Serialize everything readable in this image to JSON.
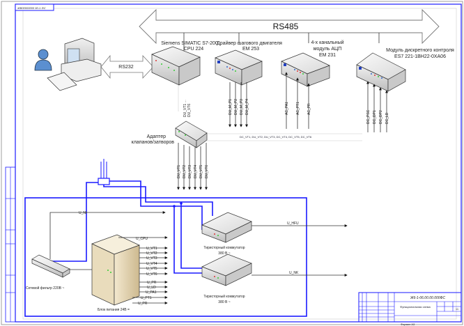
{
  "stamp_top": "ЖВ00000000 90-1-ФС",
  "bus": {
    "label": "RS485"
  },
  "link_pc": {
    "label": "RS232"
  },
  "devices": {
    "plc": {
      "line1": "Siemens SIMATIC S7-200",
      "line2": "CPU 224"
    },
    "stepper": {
      "line1": "Драйвер шагового двигателя",
      "line2": "EM 253"
    },
    "adc": {
      "line1": "4-х канальный",
      "line2": "модуль АЦП",
      "line3": "EM 231"
    },
    "discrete": {
      "line1": "Модуль дискретного контроля",
      "line2": "ES7 221-1BH22-0XA06"
    },
    "adapter": {
      "line1": "Адаптер",
      "line2": "клапанов/затворов"
    },
    "filter": {
      "label": "Сетевой фильтр 220В ~"
    },
    "psu": {
      "label": "Блок питания 24В ="
    },
    "thyristor1": {
      "line1": "Тиристорный коммутатор",
      "line2": "380 В ~"
    },
    "thyristor2": {
      "line1": "Тиристорный коммутатор",
      "line2": "380 В ~"
    }
  },
  "signals": {
    "plc_out": [
      "DU_VT1 ...",
      "DU_VT6"
    ],
    "stepper_out": [
      "DU_M_P1",
      "DU_M_P2",
      "DU_M_P3",
      "DU_M_P4"
    ],
    "adc_in": [
      "AC_PA1",
      "AC_PT1",
      "AC_PR"
    ],
    "discrete_in": [
      "DC_PSC",
      "DC_DP1",
      "DC_DP2",
      "DC_LD"
    ],
    "dc_bus": "DC_VT1, DU_VT2, DU_VT3, DC_VT4, DC_VT5, DC_VT6",
    "adapter_out": [
      "DU_VT1",
      "DU_VT2",
      "DU_VT3",
      "DU_VT4",
      "DU_VT5",
      "DU_VT6"
    ],
    "u_nl": "U_NI",
    "psu_out": [
      "U_CPU",
      "U_VT1",
      "U_VT2",
      "U_VT3",
      "U_VT4",
      "U_VT5",
      "U_VT6",
      "U_PR",
      "U_LD",
      "U_PA1",
      "U_PT1",
      "U_PR"
    ],
    "thyristor1_out": "U_HFU",
    "thyristor2_out": "U_NK"
  },
  "title_block": {
    "doc_code": "Ж6-1-06.00.00.000ФС",
    "doc_title": "Функциональная схема",
    "sheet": "11",
    "format": "Формат  А3"
  },
  "colors": {
    "frame": "#1a1aff",
    "line": "#333333"
  }
}
